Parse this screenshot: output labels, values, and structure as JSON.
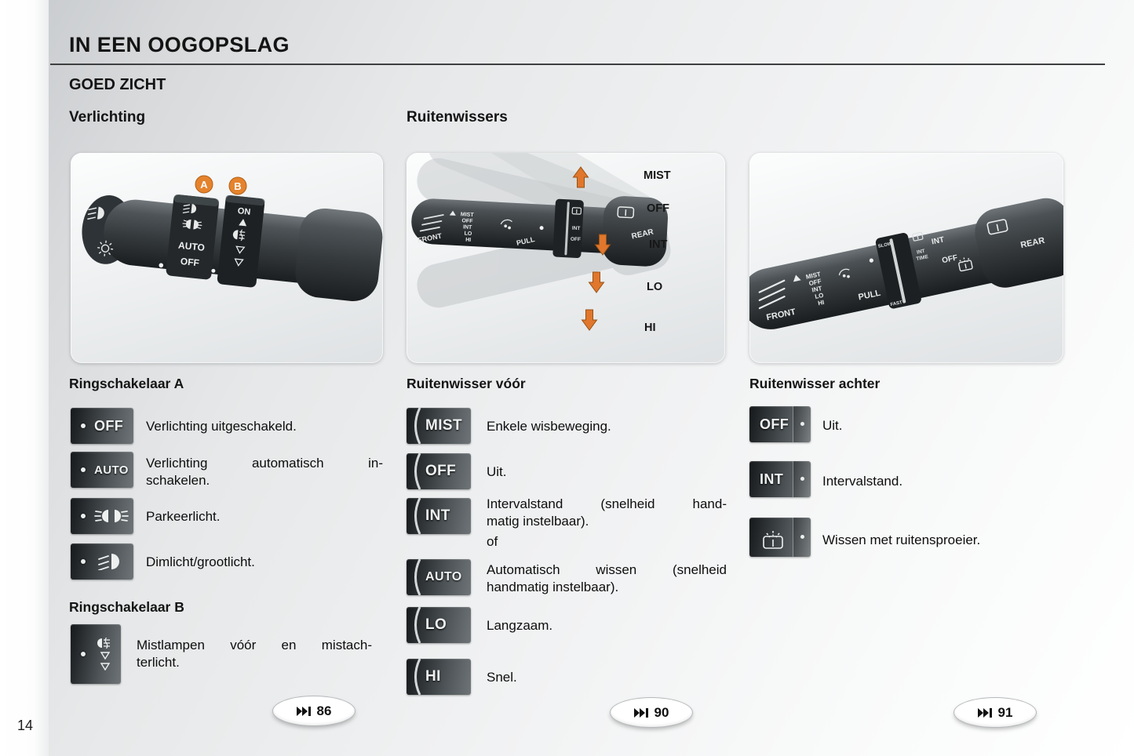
{
  "page": {
    "title": "IN EEN OOGOPSLAG",
    "section_heading": "GOED ZICHT",
    "page_number": "14"
  },
  "lighting": {
    "column_heading": "Verlichting",
    "stalk": {
      "badge_a": "A",
      "badge_b": "B",
      "ring_a_auto": "AUTO",
      "ring_a_off": "OFF",
      "ring_b_on": "ON"
    },
    "ring_a_heading": "Ringschakelaar A",
    "ring_a_items": [
      {
        "icon": "lighting-off-position-icon",
        "label": "OFF",
        "text": "Verlichting uitgeschakeld."
      },
      {
        "icon": "lighting-auto-position-icon",
        "label": "AUTO",
        "lines": [
          "Verlichting automatisch in-",
          "schakelen."
        ]
      },
      {
        "icon": "parking-light-position-icon",
        "label": "",
        "text": "Parkeerlicht."
      },
      {
        "icon": "low-beam-position-icon",
        "label": "",
        "text": "Dimlicht/grootlicht."
      }
    ],
    "ring_b_heading": "Ringschakelaar B",
    "ring_b_items": [
      {
        "icon": "fog-light-ring-icon",
        "label": "",
        "lines": [
          "Mistlampen vóór en mistach-",
          "terlicht."
        ]
      }
    ],
    "page_ref": "86"
  },
  "wipers_front": {
    "column_heading": "Ruitenwissers",
    "section_heading": "Ruitenwisser vóór",
    "positions": [
      "MIST",
      "OFF",
      "INT",
      "LO",
      "HI"
    ],
    "items": [
      {
        "label": "MIST",
        "text": "Enkele wisbeweging."
      },
      {
        "label": "OFF",
        "text": "Uit."
      },
      {
        "label": "INT",
        "lines": [
          "Intervalstand (snelheid hand-",
          "matig instelbaar)."
        ]
      },
      {
        "label": "AUTO",
        "lines": [
          "Automatisch wissen (snelheid",
          "handmatig instelbaar)."
        ]
      },
      {
        "label": "LO",
        "text": "Langzaam."
      },
      {
        "label": "HI",
        "text": "Snel."
      }
    ],
    "of_note": "of",
    "page_ref": "90"
  },
  "wipers_rear": {
    "section_heading": "Ruitenwisser achter",
    "items": [
      {
        "label": "OFF",
        "text": "Uit."
      },
      {
        "label": "INT",
        "text": "Intervalstand."
      },
      {
        "icon": "rear-wash-wipe-icon",
        "label": "",
        "text": "Wissen met ruitensproeier."
      }
    ],
    "page_ref": "91"
  },
  "stalk_labels": {
    "front": "FRONT",
    "rear": "REAR",
    "pull": "PULL",
    "slow": "SLOW",
    "fast": "FAST",
    "int": "INT",
    "time": "TIME",
    "off": "OFF",
    "mist": "MIST",
    "lo": "LO",
    "hi": "HI"
  },
  "colors": {
    "accent_orange": "#e5832d",
    "stalk_dark": "#2c3134"
  }
}
